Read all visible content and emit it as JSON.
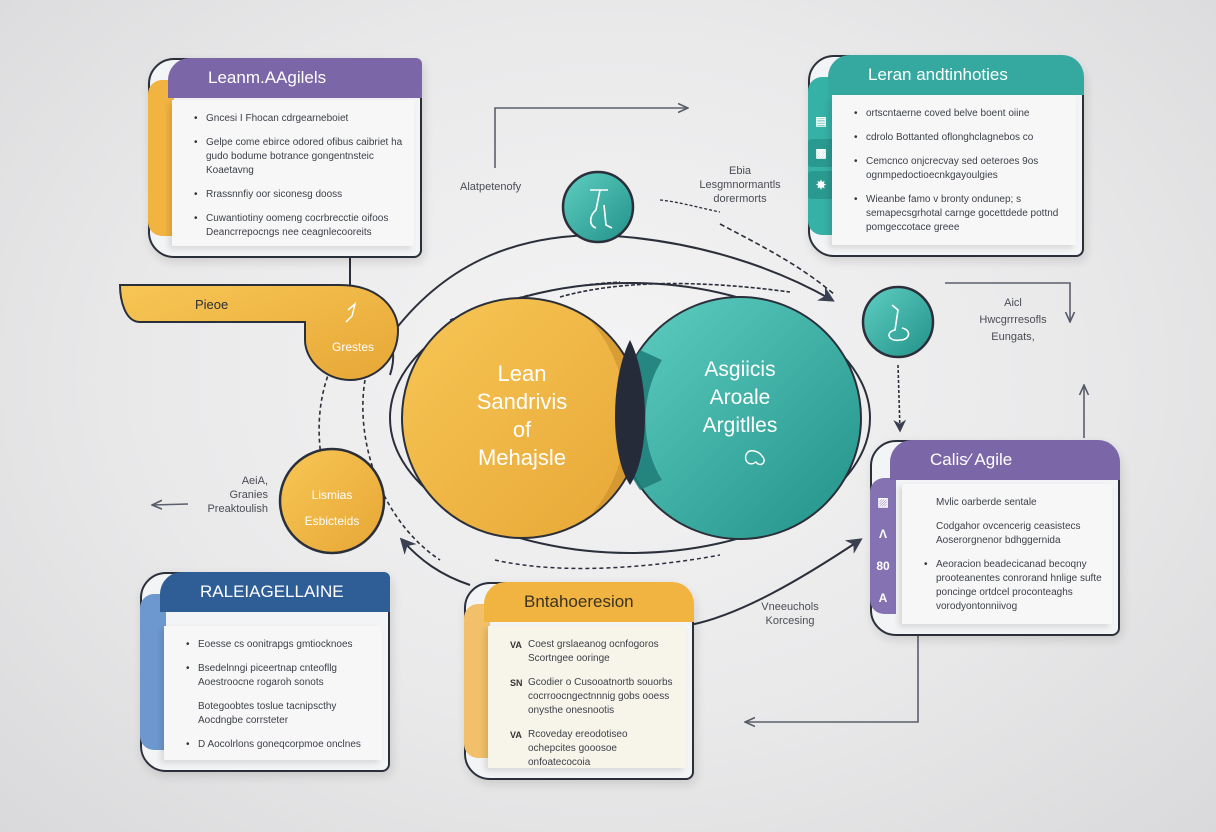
{
  "colors": {
    "yellow": "#f2b441",
    "teal": "#2fa89e",
    "purple": "#7b67a8",
    "blue": "#2f5e96",
    "dark": "#262b3a",
    "text": "#3b3f47"
  },
  "cards": {
    "top_left": {
      "title": "Leanm.AAgilels",
      "items": [
        "Gncesi I Fhocan cdrgearneboiet",
        "Gelpe come ebirce odored ofibus caibriet ha gudo bodume botrance gongentnsteic Koaetavng",
        "Rrassnnfiy oor siconesg dooss",
        "Cuwantiotiny oomeng cocrbrecctie oifoos Deancrrepocngs nee ceagnlecooreits"
      ]
    },
    "top_right": {
      "title": "Leran andtinhoties",
      "items": [
        "ortscntaerne coved belve boent oiine",
        "cdrolo Bottanted oflonghclagnebos co",
        "Cemcnco onjcrecvay sed oeteroes 9os ognmpedoctioecnkgayoulgies",
        "Wieanbe famo v bronty ondunep; s semapecsgrhotal carnge gocettdede pottnd pomgeccotace greee"
      ]
    },
    "right": {
      "title": "Calis⁄ Agile",
      "items": [
        "Mvlic oarberde sentale",
        "Codgahor ovcencerig ceasistecs Aoserorgnenor bdhggernida",
        "Aeoracion beadecicanad becoqny prooteanentes conrorand hnlige sufte poncinge ortdcel proconteaghs vorodyontonniivog"
      ],
      "tab_glyphs": [
        "▨",
        "Λ",
        "80",
        "A"
      ]
    },
    "bottom_left": {
      "title": "RALEIAGELLAINE",
      "items": [
        "Eoesse cs oonitrapgs gmtiocknoes",
        "Bsedelnngi piceertnap cnteofllg Aoestroocne rogaroh sonots",
        "Botegoobtes toslue tacnipscthy Aocdngbe corrsteter",
        "D Aocolrlons goneqcorpmoe onclnes"
      ]
    },
    "bottom_center": {
      "title": "Bntahoeresion",
      "items": [
        "Coest grslaeanog ocnfogoros Scortngee ooringe",
        "Gcodier o Cusooatnortb souorbs cocrroocngectnnnig gobs ooess onysthe onesnootis",
        "Rcoveday ereodotiseo ochepcites gooosoe onfoatecocoia"
      ],
      "item_glyphs": [
        "VA",
        "SN",
        "VA"
      ]
    }
  },
  "circles": {
    "lean": {
      "lines": [
        "Lean",
        "Sandrivis",
        "of",
        "Mehajsle"
      ]
    },
    "agile": {
      "lines": [
        "Asgiicis",
        "Aroale",
        "Argitlles"
      ]
    },
    "pieces": {
      "left_label": "Pieoe",
      "right_label": "Grestes"
    },
    "lismas": {
      "lines": [
        "Lismias",
        "Esbicteids"
      ]
    }
  },
  "labels": {
    "top_mid_left": "Alatpetenofy",
    "top_mid_right": [
      "Ebia",
      "Lesgmnormantls",
      "dorermorts"
    ],
    "right_mid": [
      "Aicl",
      "Hwcgrrresofls",
      "Eungats,"
    ],
    "left_mid": [
      "AeiA,",
      "Granies",
      "Preaktoulish"
    ],
    "bottom_mid": [
      "Vneeuchols",
      "Korcesing"
    ]
  }
}
